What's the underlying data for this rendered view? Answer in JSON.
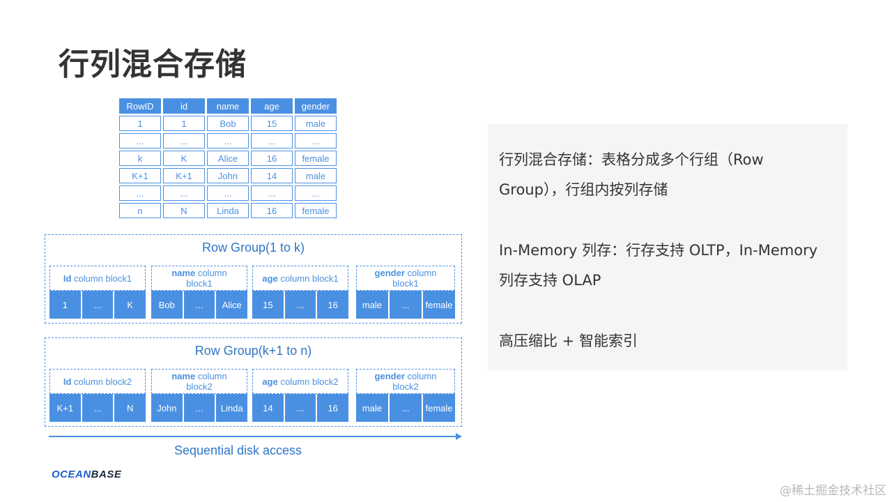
{
  "title": "行列混合存储",
  "table": {
    "headers": [
      "RowID",
      "id",
      "name",
      "age",
      "gender"
    ],
    "rows": [
      [
        "1",
        "1",
        "Bob",
        "15",
        "male"
      ],
      [
        "...",
        "...",
        "...",
        "...",
        "..."
      ],
      [
        "k",
        "K",
        "Alice",
        "16",
        "female"
      ],
      [
        "K+1",
        "K+1",
        "John",
        "14",
        "male"
      ],
      [
        "...",
        "...",
        "...",
        "...",
        "..."
      ],
      [
        "n",
        "N",
        "Linda",
        "16",
        "female"
      ]
    ]
  },
  "row_groups": [
    {
      "title": "Row Group(1 to k)",
      "blocks": [
        {
          "name": "Id",
          "suffix": "column  block1",
          "cells": [
            "1",
            "...",
            "K"
          ]
        },
        {
          "name": "name",
          "suffix": "column block1",
          "cells": [
            "Bob",
            "...",
            "Alice"
          ]
        },
        {
          "name": "age",
          "suffix": "column  block1",
          "cells": [
            "15",
            "...",
            "16"
          ]
        },
        {
          "name": "gender",
          "suffix": "column block1",
          "cells": [
            "male",
            "...",
            "female"
          ]
        }
      ]
    },
    {
      "title": "Row Group(k+1 to n)",
      "blocks": [
        {
          "name": "Id",
          "suffix": "column  block2",
          "cells": [
            "K+1",
            "...",
            "N"
          ]
        },
        {
          "name": "name",
          "suffix": "column block2",
          "cells": [
            "John",
            "...",
            "Linda"
          ]
        },
        {
          "name": "age",
          "suffix": "column  block2",
          "cells": [
            "14",
            "...",
            "16"
          ]
        },
        {
          "name": "gender",
          "suffix": "column block2",
          "cells": [
            "male",
            "...",
            "female"
          ]
        }
      ]
    }
  ],
  "sequential_caption": "Sequential disk access",
  "logo": {
    "part1": "OCEAN",
    "part2": "BASE"
  },
  "panel": {
    "line1": "行列混合存储：表格分成多个行组（Row Group），行组内按列存储",
    "line2": "In-Memory 列存：行存支持 OLTP，In-Memory 列存支持 OLAP",
    "line3": "高压缩比 + 智能索引"
  },
  "watermark": "@稀土掘金技术社区"
}
